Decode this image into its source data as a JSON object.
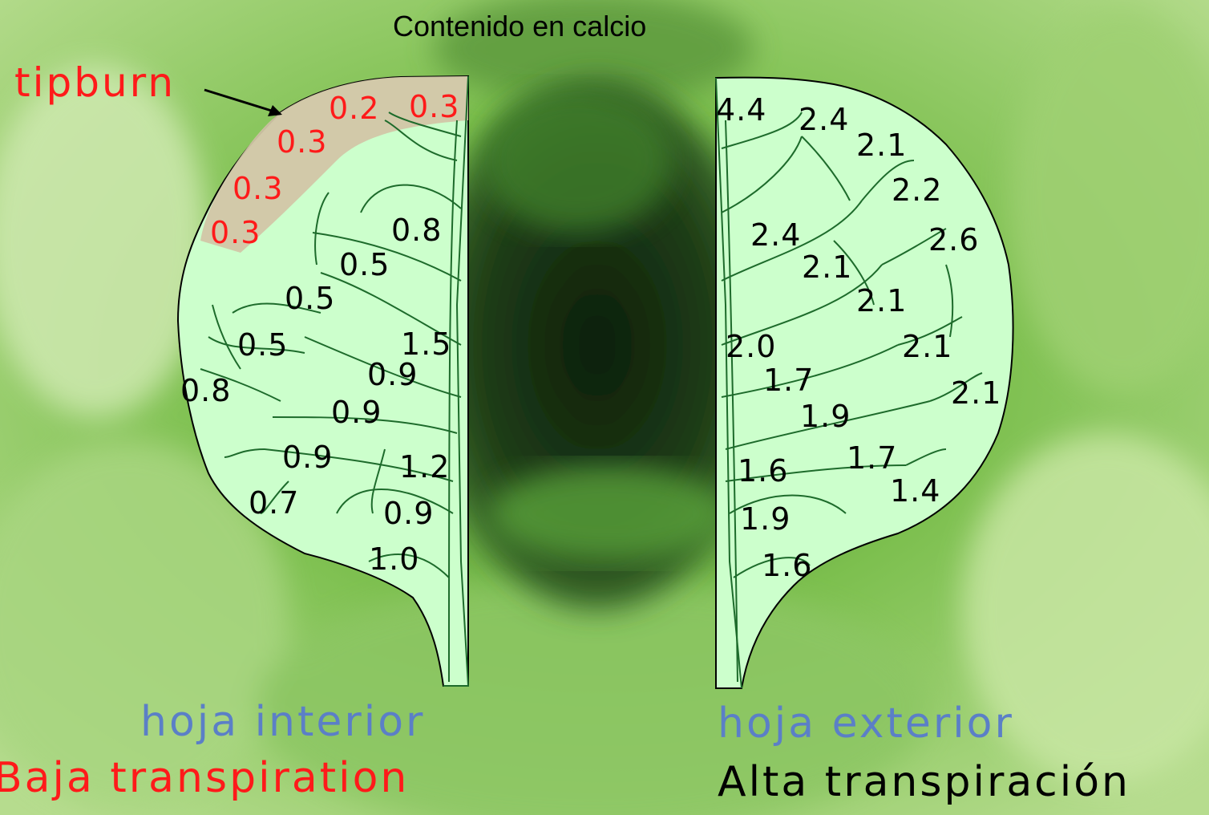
{
  "title": "Contenido en calcio",
  "tipburn_label": "tipburn",
  "inner_leaf": {
    "label": "hoja interior",
    "condition": "Baja transpiration",
    "values": [
      "0.2",
      "0.3",
      "0.3",
      "0.3",
      "0.3",
      "0.8",
      "0.5",
      "0.5",
      "0.5",
      "1.5",
      "0.8",
      "0.9",
      "0.9",
      "0.9",
      "1.2",
      "0.7",
      "0.9",
      "1.0"
    ]
  },
  "outer_leaf": {
    "label": "hoja exterior",
    "condition": "Alta transpiración",
    "values": [
      "4.4",
      "2.4",
      "2.1",
      "2.2",
      "2.4",
      "2.6",
      "2.1",
      "2.1",
      "2.0",
      "2.1",
      "1.7",
      "2.1",
      "1.9",
      "1.6",
      "1.7",
      "1.4",
      "1.9",
      "1.6"
    ]
  },
  "colors": {
    "tipburn_red": "#ff1a1a",
    "leaf_fill": "#ccffcc",
    "vein": "#1d6b2b",
    "tipburn_zone": "#d2c6a6",
    "caption_blue": "#5b7fc7"
  }
}
